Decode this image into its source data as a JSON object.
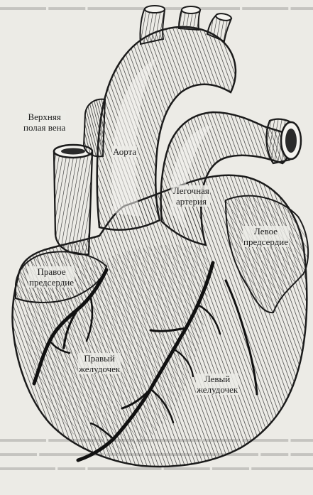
{
  "labels": {
    "svc": [
      "Верхняя",
      "полая вена"
    ],
    "aorta": [
      "Аорта"
    ],
    "pulmonary": [
      "Легочная",
      "артерия"
    ],
    "left_atrium": [
      "Левое",
      "предсердие"
    ],
    "right_atrium": [
      "Правое",
      "предсердие"
    ],
    "right_ventricle": [
      "Правый",
      "желудочек"
    ],
    "left_ventricle": [
      "Левый",
      "желудочек"
    ]
  },
  "colors": {
    "paper": "#ecebe6",
    "ink": "#1b1b1b",
    "shade": "#3a3a3a",
    "highlight": "#f4f3ef"
  }
}
